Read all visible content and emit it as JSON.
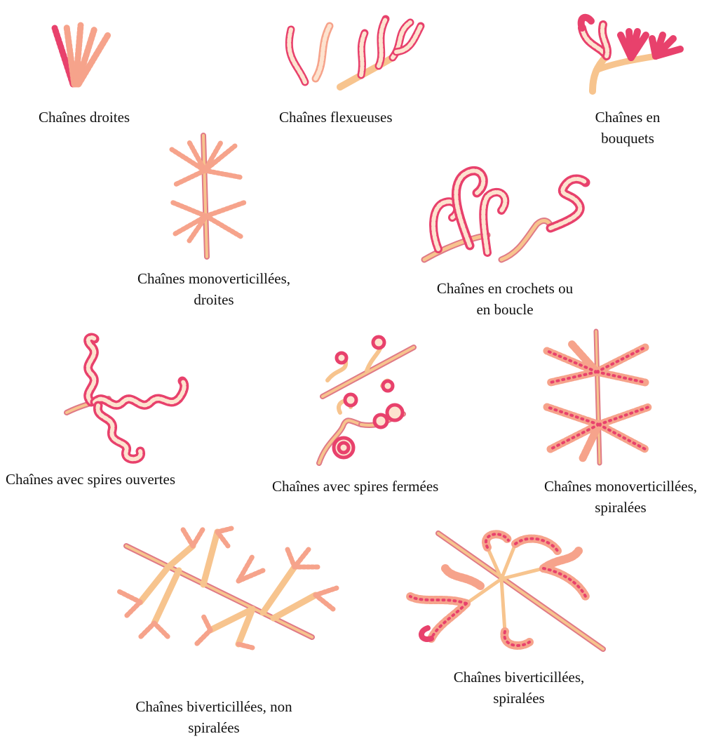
{
  "colors": {
    "stem": "#f7c48e",
    "stem_edge": "#e07a86",
    "chain": "#e8416c",
    "chain_light": "#f6a38b",
    "spore_fill": "#fde3cf",
    "text": "#111111"
  },
  "captions": {
    "droites": [
      "Chaînes droites"
    ],
    "flexueuses": [
      "Chaînes flexueuses"
    ],
    "bouquets": [
      "Chaînes en",
      "bouquets"
    ],
    "mono_droites": [
      "Chaînes monoverticillées,",
      "droites"
    ],
    "crochets": [
      "Chaînes en crochets ou",
      "en boucle"
    ],
    "spires_ouvertes": [
      "Chaînes avec spires ouvertes"
    ],
    "spires_fermees": [
      "Chaînes avec spires fermées"
    ],
    "mono_spiralees": [
      "Chaînes monoverticillées,",
      "spiralées"
    ],
    "bi_non_spiralees": [
      "Chaînes biverticillées, non",
      "spiralées"
    ],
    "bi_spiralees": [
      "Chaînes biverticillées,",
      "spiralées"
    ]
  }
}
